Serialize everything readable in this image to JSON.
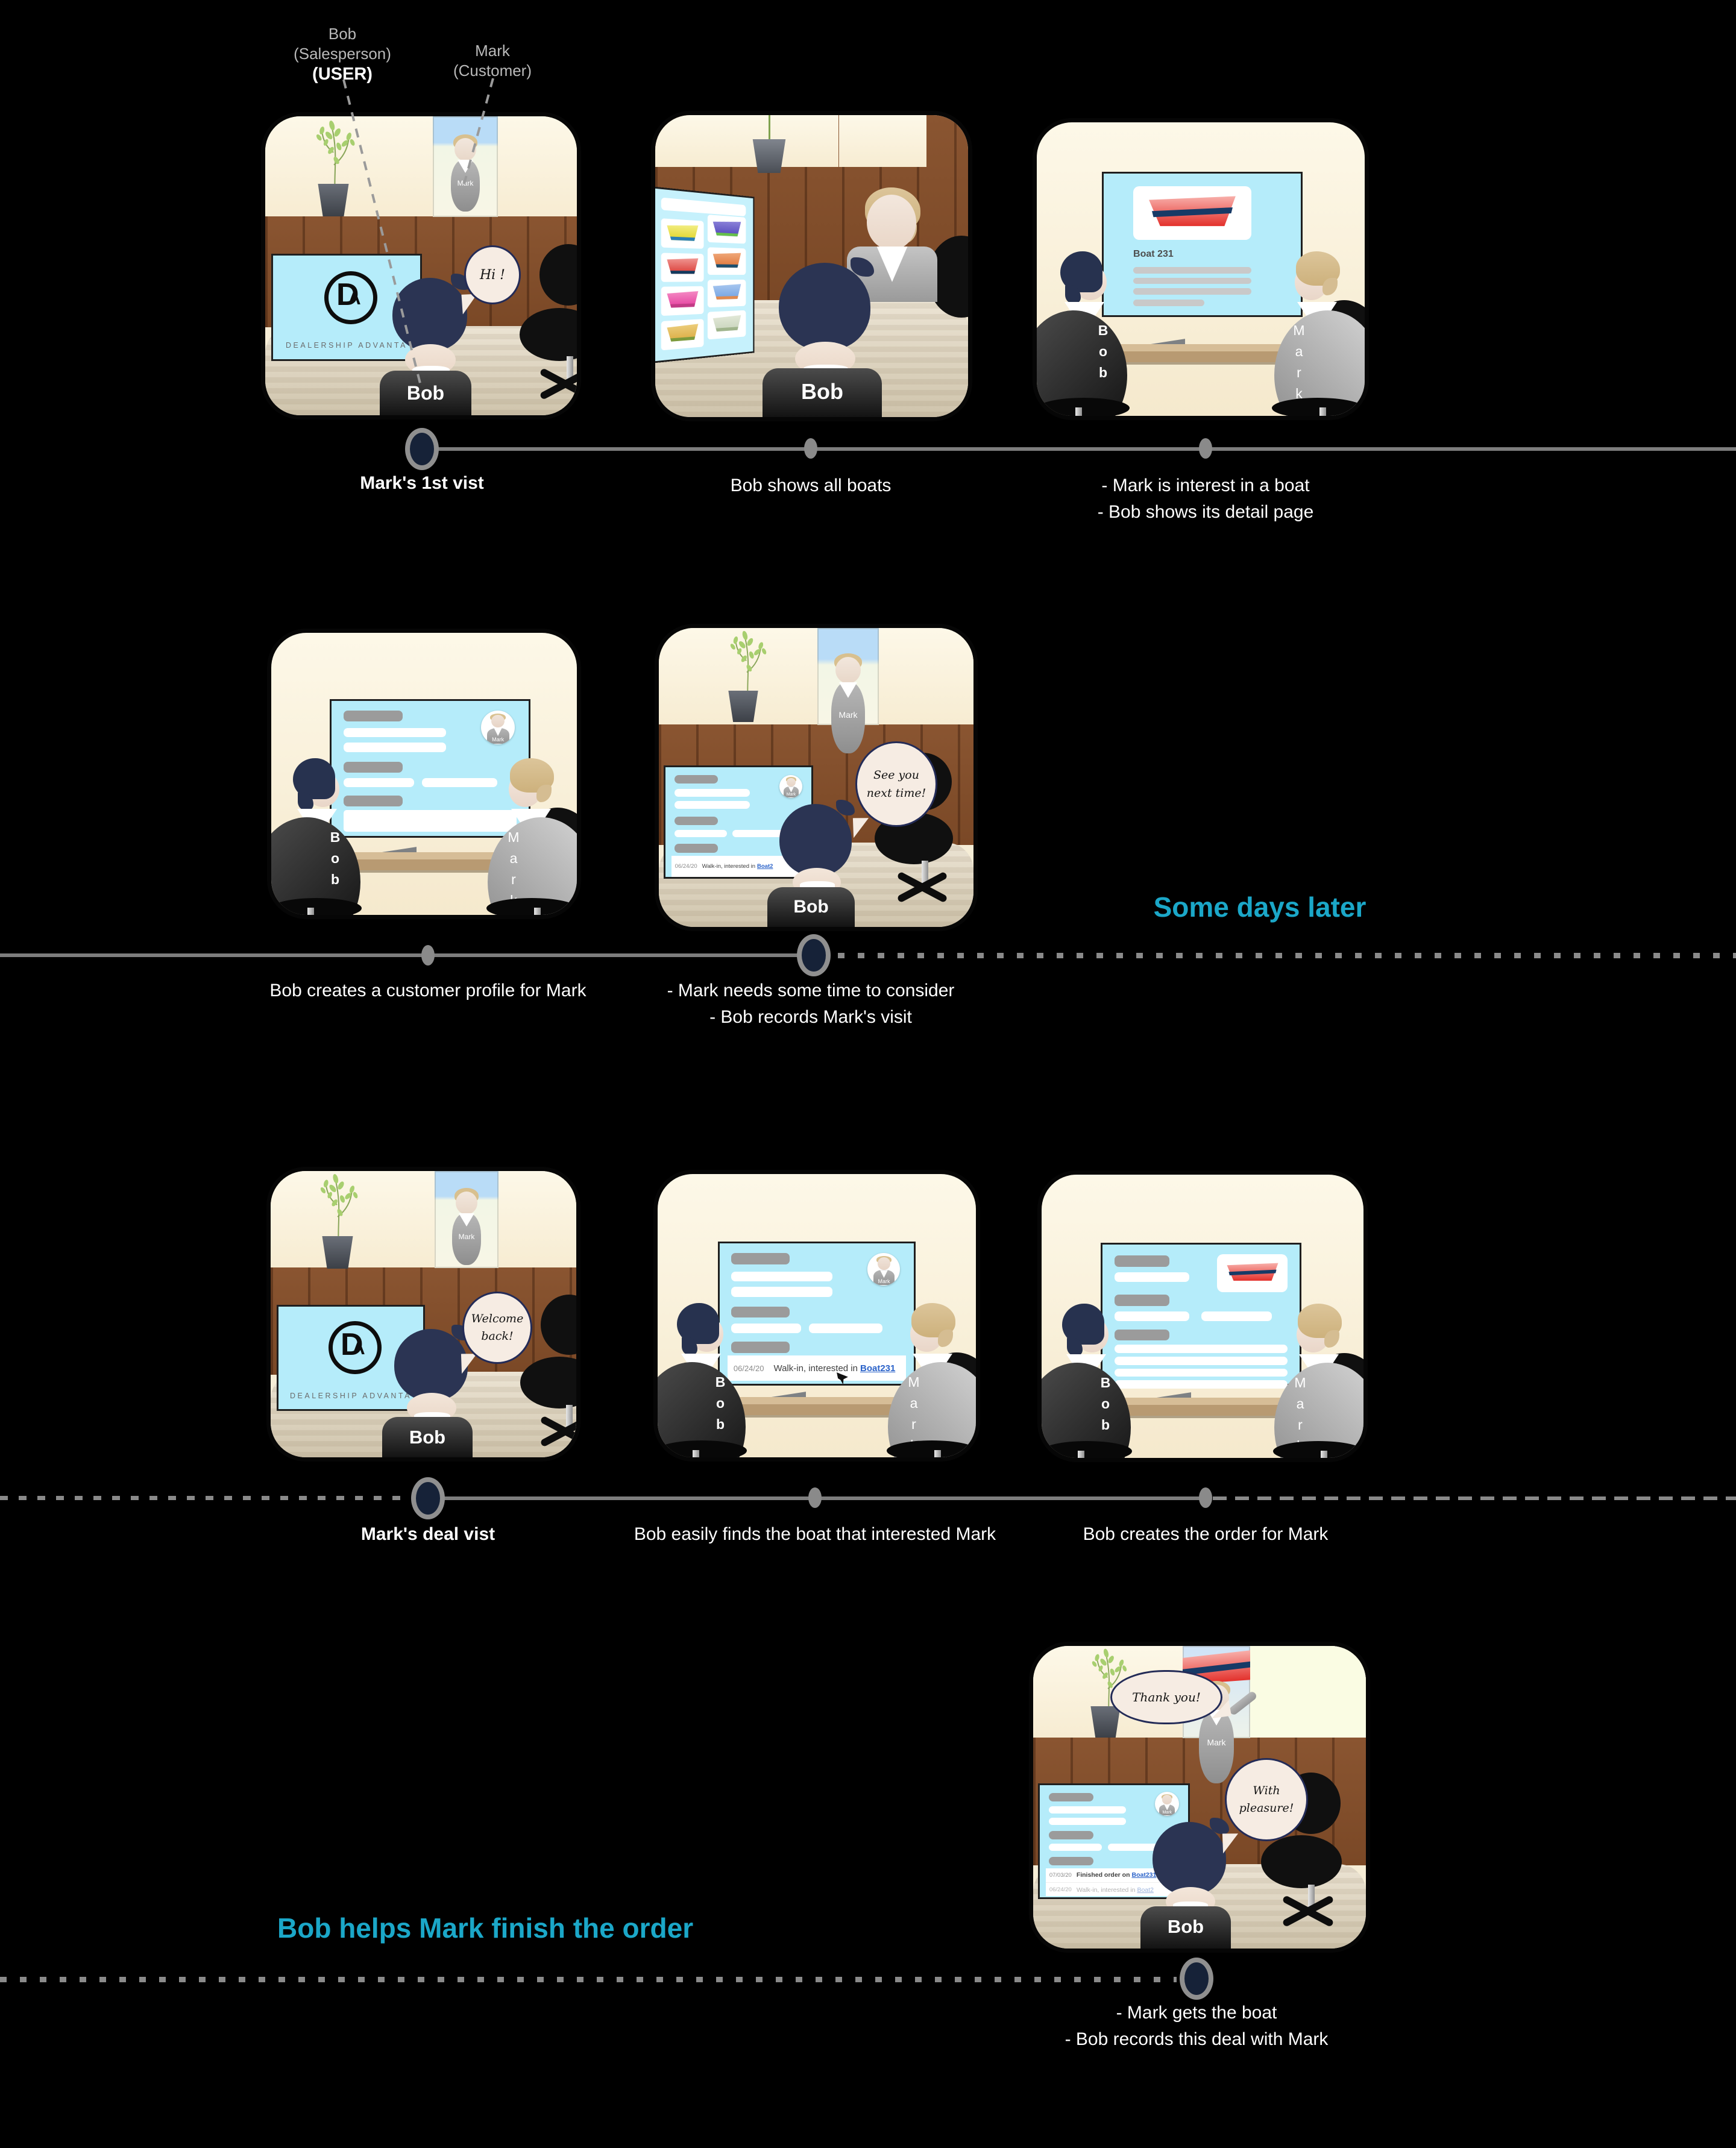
{
  "legend": {
    "bob_name": "Bob",
    "bob_role": "(Salesperson)",
    "bob_user": "(USER)",
    "mark_name": "Mark",
    "mark_role": "(Customer)"
  },
  "sections": {
    "some_days_later": "Some days later",
    "finish_order": "Bob helps Mark finish the order"
  },
  "captions": {
    "r1c1": "Mark's 1st vist",
    "r1c2": "Bob shows all boats",
    "r1c3a": "- Mark is interest in a boat",
    "r1c3b": "- Bob shows its detail page",
    "r2c1": "Bob creates a customer profile for Mark",
    "r2c2a": "- Mark needs some time to consider",
    "r2c2b": "- Bob records Mark's visit",
    "r3c1": "Mark's deal vist",
    "r3c2": "Bob easily finds the boat that interested Mark",
    "r3c3": "Bob creates the order for Mark",
    "r4c1a": "- Mark gets the boat",
    "r4c1b": "- Bob records this deal with Mark"
  },
  "speech": {
    "hi": "Hi !",
    "welcome1": "Welcome",
    "welcome2": "back!",
    "see1": "See you",
    "see2": "next time!",
    "thank": "Thank you!",
    "pleasure1": "With",
    "pleasure2": "pleasure!"
  },
  "people": {
    "bob": "Bob",
    "mark": "Mark"
  },
  "screens": {
    "logo_text": "DEALERSHIP ADVANTA",
    "boat_title": "Boat 231",
    "visit_date": "06/24/20",
    "visit_note": "Walk-in, interested in",
    "visit_link": "Boat231",
    "visit_link_short": "Boat2",
    "order_date": "07/03/20",
    "order_note": "Finished order on",
    "order_link": "Boat231"
  },
  "colors": {
    "accent": "#1BA7C8",
    "timeline": "#7d7d7d",
    "node": "#162238",
    "screen_blue": "#B5ECFA",
    "link": "#2A62C9"
  }
}
